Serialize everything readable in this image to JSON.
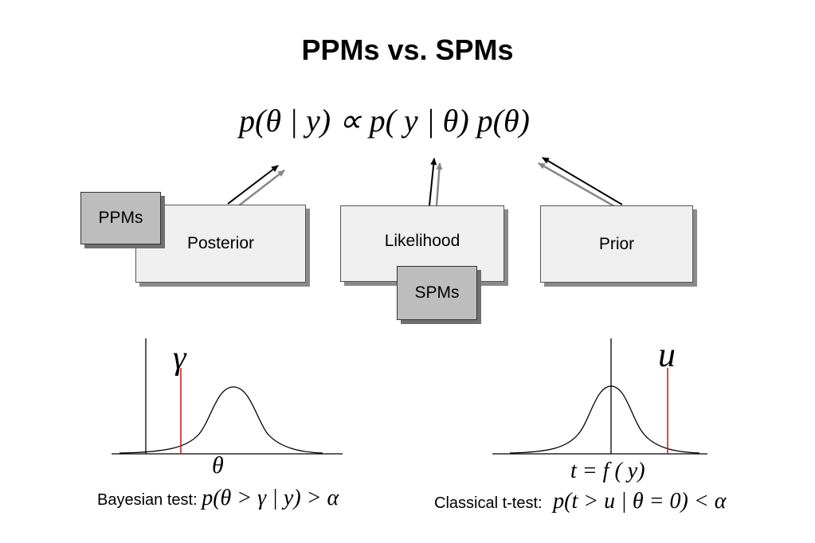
{
  "title": "PPMs vs. SPMs",
  "formula": "p(θ | y) ∝ p( y | θ) p(θ)",
  "boxes": {
    "posterior": "Posterior",
    "likelihood": "Likelihood",
    "prior": "Prior",
    "ppms": "PPMs",
    "spms": "SPMs"
  },
  "bayesian": {
    "threshold_symbol": "γ",
    "axis_symbol": "θ",
    "label": "Bayesian test:",
    "formula": "p(θ > γ | y) > α"
  },
  "classical": {
    "threshold_symbol": "u",
    "axis_symbol": "t = f ( y)",
    "label": "Classical t-test:",
    "formula": "p(t > u | θ = 0) < α"
  },
  "colors": {
    "threshold_line": "#cc2222",
    "box_light": "#efefef",
    "box_dark": "#bdbdbd",
    "arrow_gray": "#888888"
  }
}
